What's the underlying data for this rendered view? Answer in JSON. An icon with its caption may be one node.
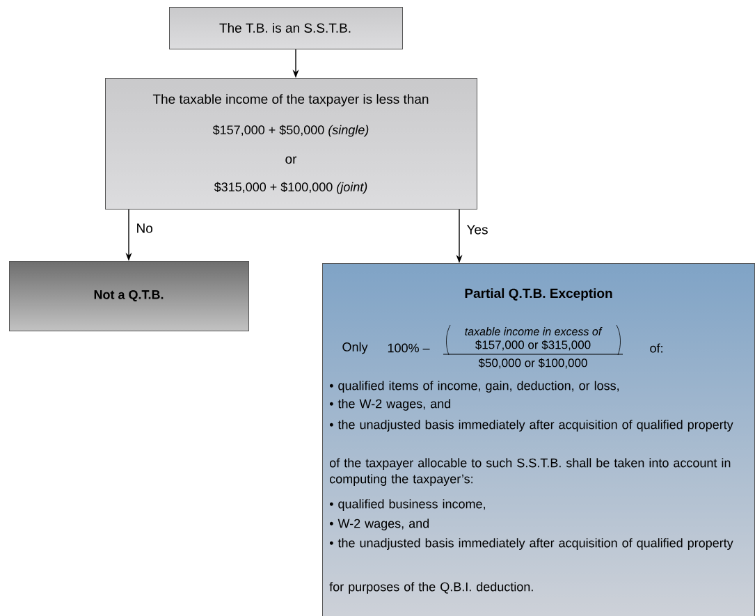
{
  "diagram": {
    "nodes": [
      {
        "text": [
          "The T.B. is an S.S.T.B."
        ]
      },
      {
        "text": [
          "The taxable income of the taxpayer is less than",
          "$157,000 + $50,000 *(single)*",
          "or",
          "$315,000 + $100,000 *(joint)*"
        ]
      },
      {
        "text": [
          "Not a Q.T.B."
        ]
      },
      {
        "text": [
          "Partial Q.T.B. Exception",
          "Only",
          "100% –",
          "taxable income in excess of",
          "$157,000 or $315,000",
          "$50,000 or $100,000",
          "of:",
          "• qualified items of income, gain, deduction, or loss,",
          "• the W-2 wages, and",
          "• the unadjusted basis immediately after acquisition of qualified property",
          "of the taxpayer allocable to such S.S.T.B. shall be taken into account in computing the taxpayer’s:",
          "• qualified business income,",
          "• W-2 wages, and",
          "• the unadjusted basis immediately after acquisition of qualified property",
          "for purposes of the Q.B.I. deduction."
        ]
      }
    ],
    "edges": [
      {
        "from": 0,
        "to": 1,
        "arrow": "to"
      },
      {
        "from": 1,
        "to": 2,
        "arrow": "to",
        "label": "No"
      },
      {
        "from": 1,
        "to": 3,
        "arrow": "to",
        "label": "Yes"
      }
    ]
  }
}
